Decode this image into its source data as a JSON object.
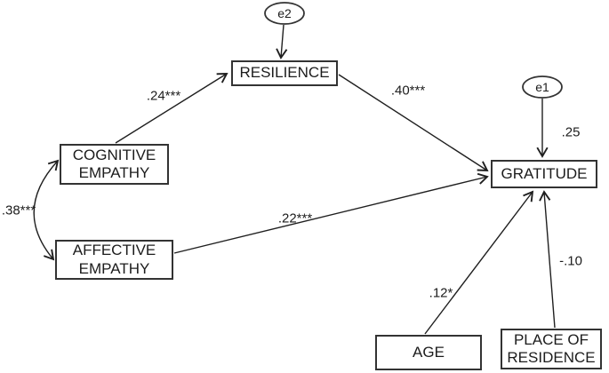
{
  "diagram": {
    "title": "path-model-empathy-resilience-gratitude",
    "colors": {
      "line": "#1f1f1f",
      "box_border": "#333333",
      "background": "#ffffff",
      "text": "#1c1c1c"
    },
    "nodes": {
      "resilience": {
        "label": "RESILIENCE",
        "shape": "rectangle"
      },
      "cognitive_empathy": {
        "label": "COGNITIVE EMPATHY",
        "shape": "rectangle"
      },
      "affective_empathy": {
        "label": "AFFECTIVE EMPATHY",
        "shape": "rectangle"
      },
      "gratitude": {
        "label": "GRATITUDE",
        "shape": "rectangle"
      },
      "age": {
        "label": "AGE",
        "shape": "rectangle"
      },
      "place_of_residence": {
        "label": "PLACE OF RESIDENCE",
        "shape": "rectangle"
      },
      "e1": {
        "label": "e1",
        "shape": "ellipse"
      },
      "e2": {
        "label": "e2",
        "shape": "ellipse"
      }
    },
    "paths": {
      "cognitive_to_resilience": {
        "label": ".24***",
        "from": "cognitive_empathy",
        "to": "resilience"
      },
      "resilience_to_gratitude": {
        "label": ".40***",
        "from": "resilience",
        "to": "gratitude"
      },
      "affective_to_gratitude": {
        "label": ".22***",
        "from": "affective_empathy",
        "to": "gratitude"
      },
      "cognitive_affective_covariance": {
        "label": ".38***",
        "from": "cognitive_empathy",
        "to": "affective_empathy",
        "double_headed": true
      },
      "e1_to_gratitude": {
        "label": ".25",
        "from": "e1",
        "to": "gratitude"
      },
      "e2_to_resilience": {
        "label": "",
        "from": "e2",
        "to": "resilience"
      },
      "age_to_gratitude": {
        "label": ".12*",
        "from": "age",
        "to": "gratitude"
      },
      "residence_to_gratitude": {
        "label": "-.10",
        "from": "place_of_residence",
        "to": "gratitude"
      }
    }
  }
}
